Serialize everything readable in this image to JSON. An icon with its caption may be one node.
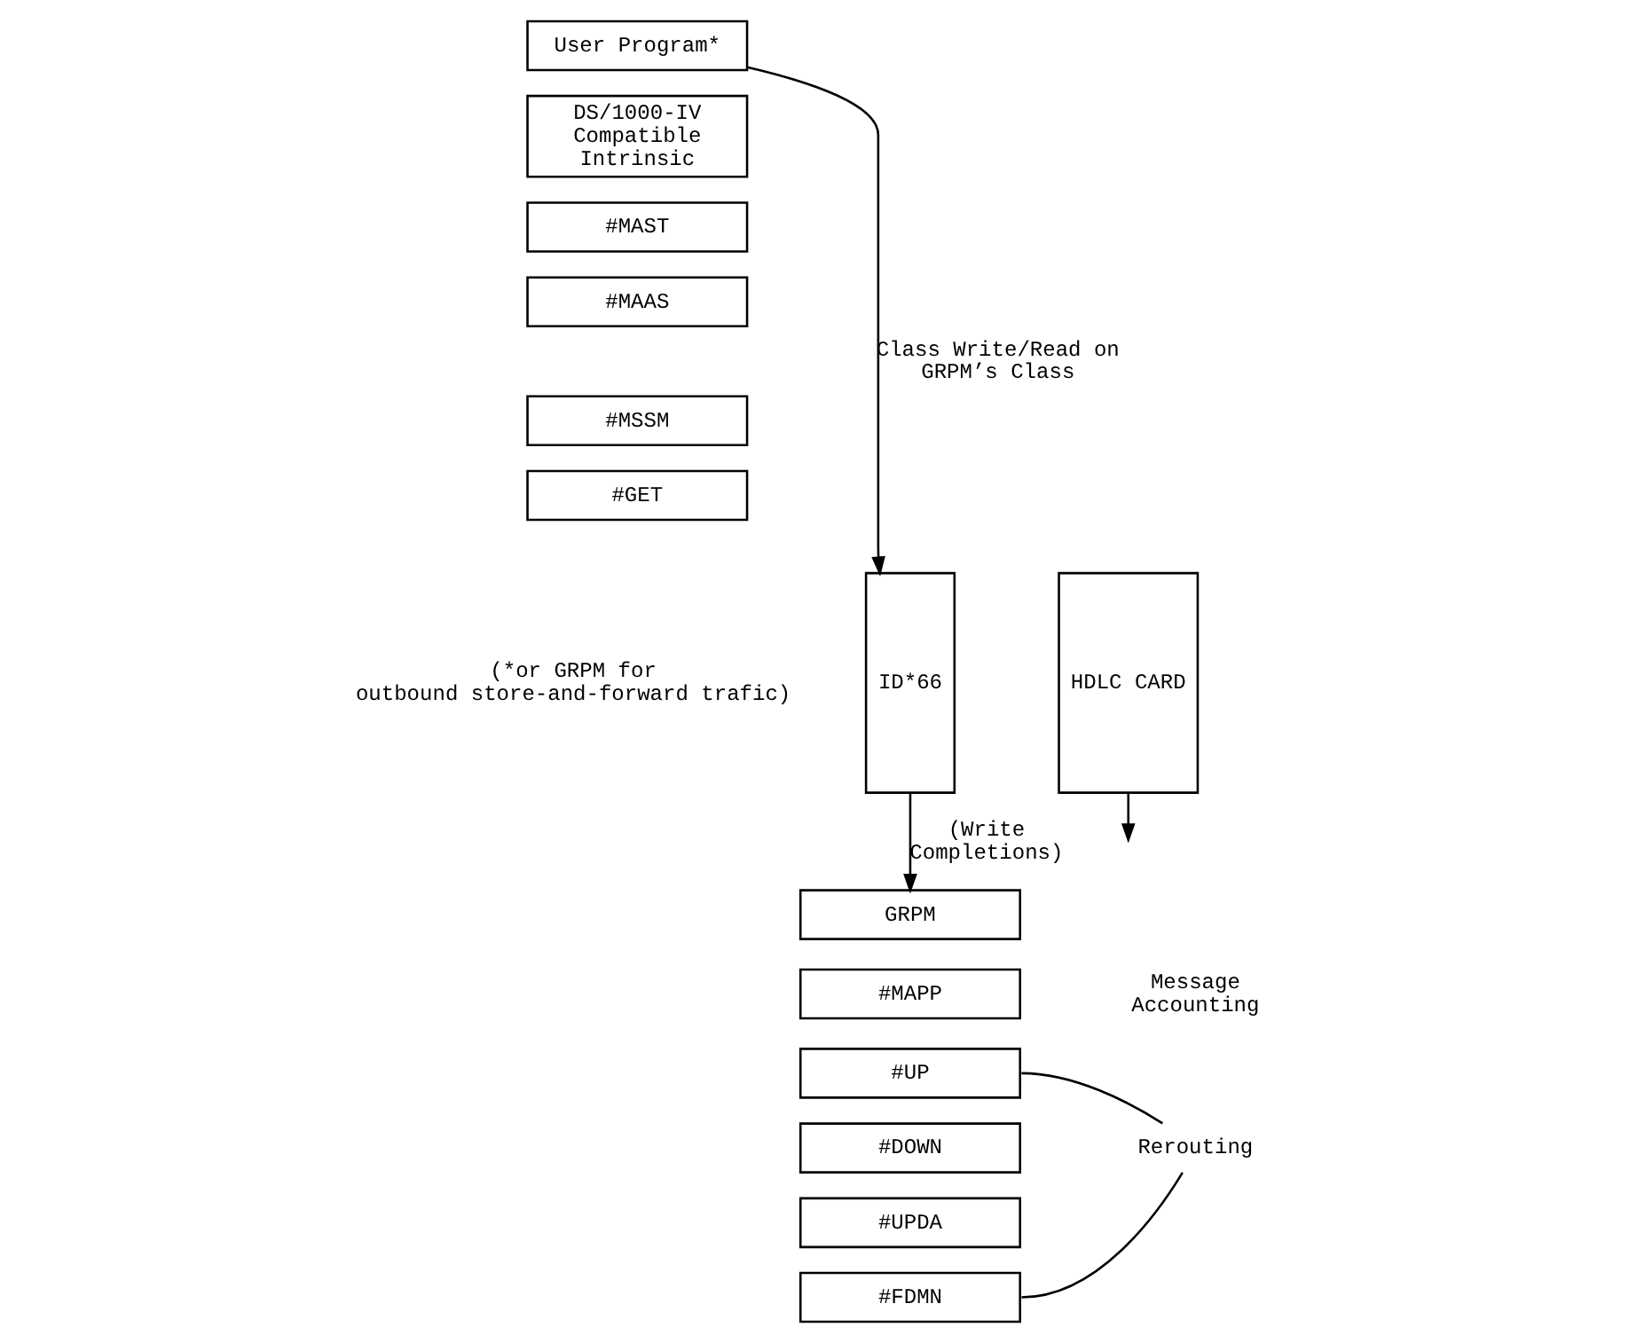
{
  "diagram": {
    "nodes": [
      {
        "text": [
          "User Program*"
        ]
      },
      {
        "text": [
          "DS/1000-IV Compatible Intrinsic"
        ]
      },
      {
        "text": [
          "#MAST"
        ]
      },
      {
        "text": [
          "#MAAS"
        ]
      },
      {
        "text": [
          "#MSSM"
        ]
      },
      {
        "text": [
          "#GET"
        ]
      },
      {
        "text": [
          "ID*66"
        ]
      },
      {
        "text": [
          "HDLC CARD"
        ]
      },
      {
        "text": [
          "GRPM"
        ]
      },
      {
        "text": [
          "#MAPP"
        ]
      },
      {
        "text": [
          "#UP"
        ]
      },
      {
        "text": [
          "#DOWN"
        ]
      },
      {
        "text": [
          "#UPDA"
        ]
      },
      {
        "text": [
          "#FDMN"
        ]
      },
      {
        "text": [
          "Rerouting"
        ]
      }
    ],
    "edges": [
      {
        "from": 0,
        "to": 6,
        "arrow": "to",
        "label": "Class Write/Read on GRPM’s Class"
      },
      {
        "from": 7,
        "to": null,
        "arrow": "to"
      },
      {
        "from": 6,
        "to": 8,
        "arrow": "to",
        "label": "(Write Completions)"
      },
      {
        "from": 14,
        "to": 10,
        "arrow": "none"
      },
      {
        "from": 14,
        "to": 13,
        "arrow": "none"
      }
    ],
    "labels": [
      "(*or GRPM for outbound store-and-forward trafic)",
      "Message Accounting"
    ]
  }
}
